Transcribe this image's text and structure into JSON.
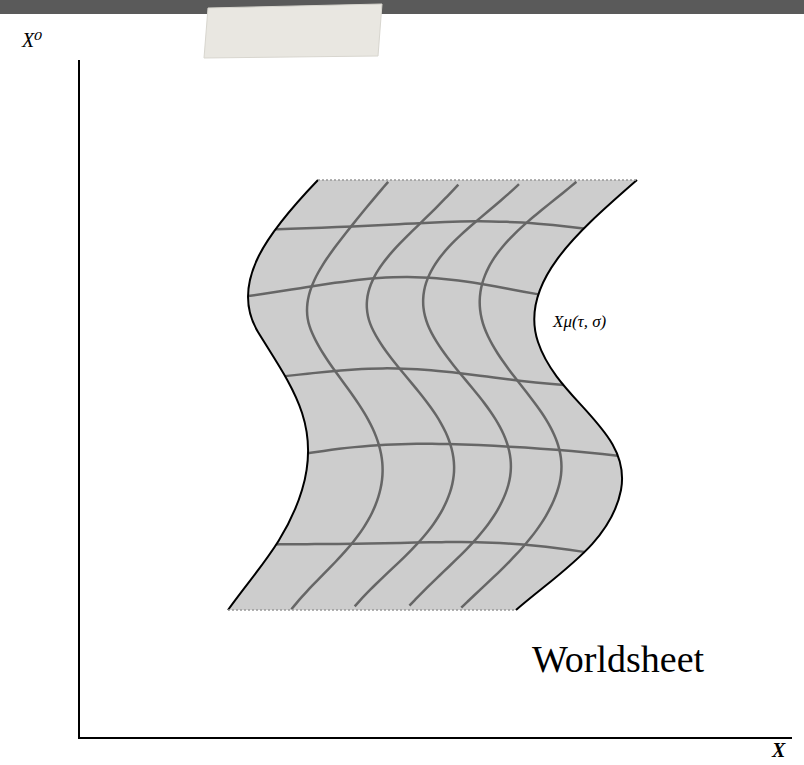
{
  "diagram": {
    "labels": [
      "X⁰",
      "Xμ(τ, σ)",
      "Worldsheet",
      "X"
    ]
  }
}
